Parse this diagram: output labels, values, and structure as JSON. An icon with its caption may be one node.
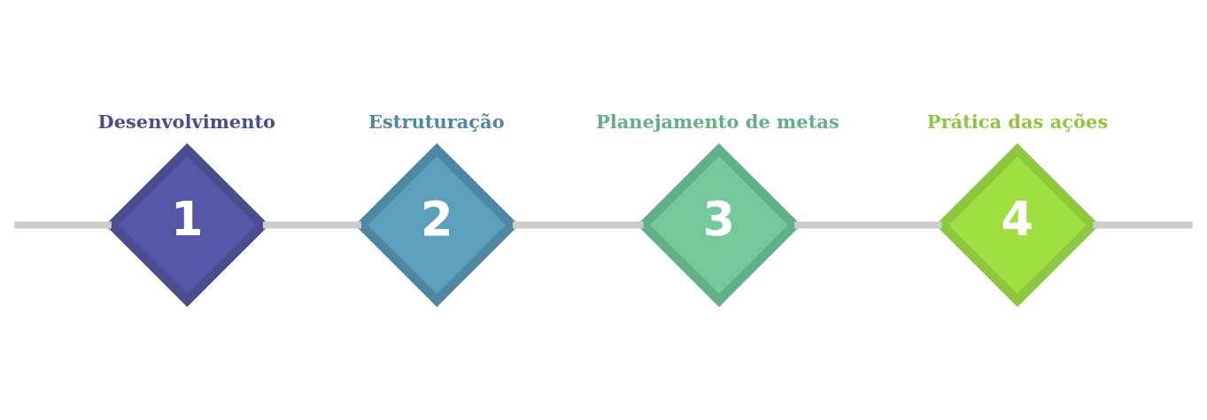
{
  "diagram": {
    "nodes": [
      {
        "text": [
          "Desenvolvimento",
          "1"
        ]
      },
      {
        "text": [
          "Estruturação",
          "2"
        ]
      },
      {
        "text": [
          "Planejamento de metas",
          "3"
        ]
      },
      {
        "text": [
          "Prática das ações",
          "4"
        ]
      }
    ],
    "edges": [
      {
        "from": null,
        "to": 0,
        "arrow": "none"
      },
      {
        "from": 0,
        "to": 1,
        "arrow": "none"
      },
      {
        "from": 1,
        "to": 2,
        "arrow": "none"
      },
      {
        "from": 2,
        "to": 3,
        "arrow": "none"
      },
      {
        "from": 3,
        "to": null,
        "arrow": "none"
      }
    ]
  }
}
